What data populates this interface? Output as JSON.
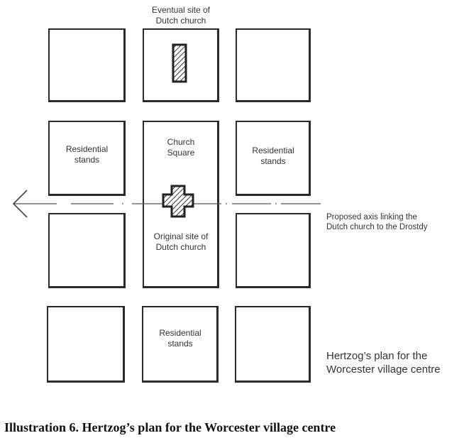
{
  "diagram": {
    "labels": {
      "eventual_site": "Eventual site of\nDutch church",
      "residential_left": "Residential\nstands",
      "residential_right": "Residential\nstands",
      "residential_bottom": "Residential\nstands",
      "church_square": "Church\nSquare",
      "original_site": "Original site of\nDutch church",
      "axis_note": "Proposed axis linking the\nDutch church to the Drostdy",
      "plan_title": "Hertzog’s plan for the\nWorcester village centre"
    },
    "caption": "Illustration 6. Hertzog’s plan for the Worcester village centre",
    "icons": [
      "arrow-left-icon",
      "church-cross-icon",
      "church-rectangle-icon"
    ]
  }
}
